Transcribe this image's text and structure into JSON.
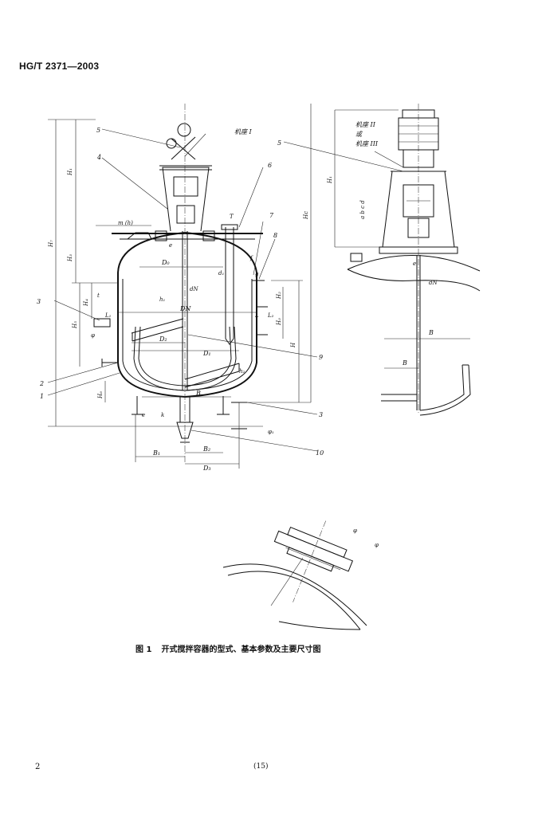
{
  "header": {
    "standard_code": "HG/T 2371—2003"
  },
  "figure": {
    "caption_label": "图 1",
    "caption_text": "开式搅拌容器的型式、基本参数及主要尺寸图",
    "callouts": {
      "model_1": "机座 I",
      "model_2": "机座 II",
      "model_or": "或",
      "model_3": "机座 III",
      "n1": "1",
      "n2": "2",
      "n3": "3",
      "n4": "4",
      "n5": "5",
      "n6": "6",
      "n7": "7",
      "n8": "8",
      "n9": "9",
      "n10": "10",
      "n3b": "3",
      "n5b": "5"
    },
    "dims": {
      "H1": "H₁",
      "H2": "H₂",
      "H3": "H₃",
      "H4": "H₄",
      "H5": "H₅",
      "H6": "H₆",
      "H7": "H₇",
      "Hc": "Hc",
      "H": "H",
      "Hd": "H₀",
      "h1": "h₁",
      "h2": "h₂",
      "D0": "D₀",
      "D1": "D₁",
      "D2": "D₂",
      "D3": "D₃",
      "DN": "DN",
      "dN": "dN",
      "dN2": "dN",
      "d1": "d₁",
      "B": "B",
      "B1": "B₁",
      "B2": "B₂",
      "B_r1": "B",
      "B_r2": "B",
      "L": "L",
      "L1": "L₁",
      "L2": "L₂",
      "phi": "φ",
      "phi1": "φ₁",
      "m_h": "m (h)",
      "T": "T",
      "e": "e",
      "e2": "e",
      "t": "t",
      "k": "k",
      "f": "f",
      "g": "g",
      "letters": "a b c d"
    },
    "detail_labels": {
      "a": "φ",
      "b": "φ"
    }
  },
  "footer": {
    "page_number": "2",
    "folio": "(15)"
  }
}
